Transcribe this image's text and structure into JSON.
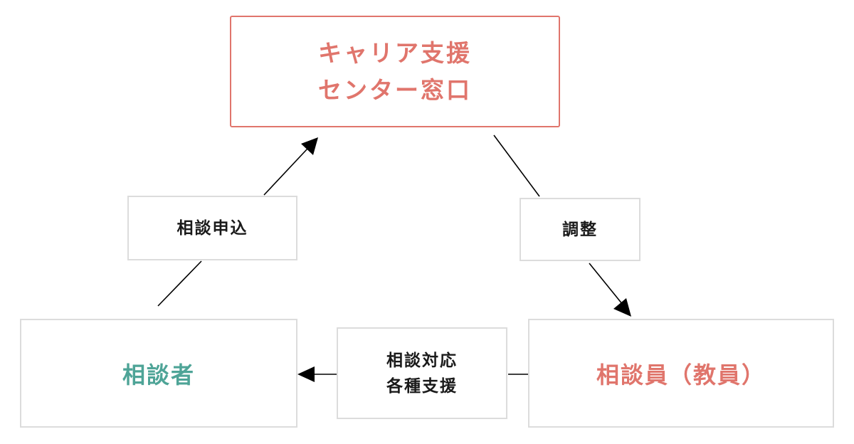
{
  "center_node": {
    "line1": "キャリア支援",
    "line2": "センター窓口"
  },
  "client_node": {
    "label": "相談者"
  },
  "counselor_node": {
    "label": "相談員（教員）"
  },
  "edge_labels": {
    "apply": "相談申込",
    "adjust": "調整",
    "support_line1": "相談対応",
    "support_line2": "各種支援"
  },
  "colors": {
    "accent_red": "#e0756c",
    "accent_teal": "#4ea497",
    "border_gray": "#dcdcdc",
    "line_black": "#000000"
  }
}
